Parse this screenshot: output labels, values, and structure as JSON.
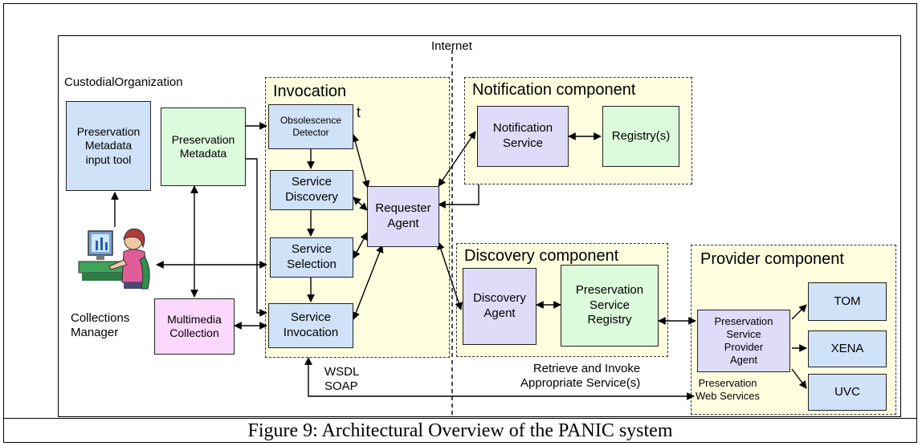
{
  "labels": {
    "internet": "Internet",
    "custodial_org": "CustodialOrganization",
    "collections_manager": "Collections\nManager",
    "wsdl_soap": "WSDL\nSOAP",
    "retrieve_invoke": "Retrieve and Invoke\nAppropriate Service(s)",
    "preservation_web_services": "Preservation\nWeb Services",
    "stray_t": "t"
  },
  "regions": {
    "invocation": "Invocation",
    "notification": "Notification component",
    "discovery": "Discovery component",
    "provider": "Provider component"
  },
  "boxes": {
    "pm_input_tool": "Preservation\nMetadata\ninput tool",
    "pm": "Preservation\nMetadata",
    "multimedia": "Multimedia\nCollection",
    "obsolescence": "Obsolescence\nDetector",
    "service_discovery": "Service\nDiscovery",
    "service_selection": "Service\nSelection",
    "service_invocation": "Service\nInvocation",
    "requester_agent": "Requester\nAgent",
    "notification_service": "Notification\nService",
    "registry": "Registry(s)",
    "discovery_agent": "Discovery\nAgent",
    "pres_service_registry": "Preservation\nService\nRegistry",
    "provider_agent": "Preservation\nService\nProvider\nAgent",
    "tom": "TOM",
    "xena": "XENA",
    "uvc": "UVC"
  },
  "caption": "Figure 9: Architectural Overview of the PANIC system",
  "colors": {
    "region_fill": "#ffffe0",
    "blue_box": "#cfe2f8",
    "green_box": "#dcfadc",
    "lavender_box": "#dedcf8",
    "pink_box": "#fcd8fc"
  },
  "icons": {
    "person": "person-at-computer-icon"
  }
}
